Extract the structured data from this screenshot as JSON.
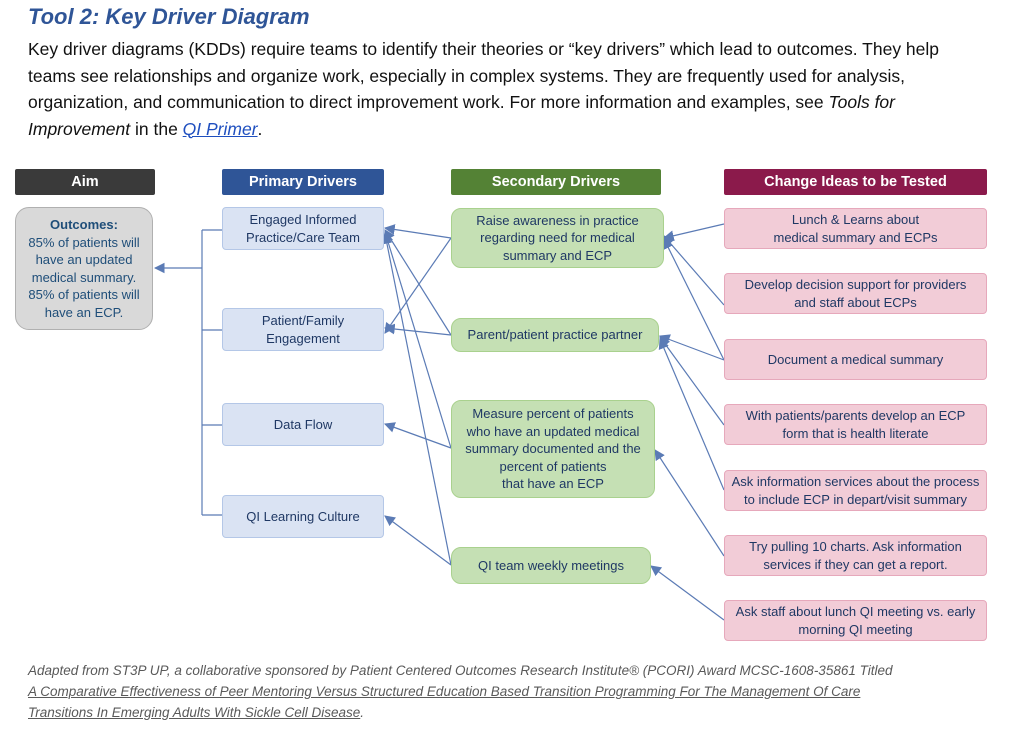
{
  "title": "Tool 2: Key Driver Diagram",
  "intro": {
    "text_before": "Key driver diagrams (KDDs) require teams to identify their theories or “key drivers” which lead to outcomes. They help teams see relationships and organize work, especially in complex systems. They are frequently used for analysis, organization, and communication to direct improvement work. For more information and examples, see ",
    "tools_for_improvement": "Tools for Improvement",
    "text_middle": " in the ",
    "qi_primer_link": "QI Primer",
    "text_end": "."
  },
  "columns": {
    "aim": {
      "header": "Aim",
      "color": "#3a3a3a"
    },
    "primary": {
      "header": "Primary Drivers",
      "color": "#2f5597"
    },
    "secondary": {
      "header": "Secondary Drivers",
      "color": "#548235"
    },
    "change": {
      "header": "Change Ideas to be Tested",
      "color": "#8b1a4b"
    }
  },
  "aim": {
    "heading": "Outcomes:",
    "lines": [
      "85% of patients will",
      "have an updated",
      "medical summary.",
      "85% of patients will",
      "have an ECP."
    ]
  },
  "primary_drivers": [
    {
      "lines": [
        "Engaged Informed",
        "Practice/Care Team"
      ]
    },
    {
      "lines": [
        "Patient/Family",
        "Engagement"
      ]
    },
    {
      "lines": [
        "Data Flow"
      ]
    },
    {
      "lines": [
        "QI Learning Culture"
      ]
    }
  ],
  "secondary_drivers": [
    {
      "lines": [
        "Raise awareness in practice",
        "regarding need for medical",
        "summary and ECP"
      ]
    },
    {
      "lines": [
        "Parent/patient practice partner"
      ]
    },
    {
      "lines": [
        "Measure percent of patients",
        "who have an updated medical",
        "summary documented and the",
        "percent of patients",
        "that have an ECP"
      ]
    },
    {
      "lines": [
        "QI team weekly meetings"
      ]
    }
  ],
  "change_ideas": [
    {
      "lines": [
        "Lunch & Learns about",
        "medical summary and ECPs"
      ]
    },
    {
      "lines": [
        "Develop decision support for providers",
        "and staff about ECPs"
      ]
    },
    {
      "lines": [
        "Document a medical summary"
      ]
    },
    {
      "lines": [
        "With patients/parents develop an ECP",
        "form that is health literate"
      ]
    },
    {
      "lines": [
        "Ask information services about the process",
        "to include ECP in depart/visit summary"
      ]
    },
    {
      "lines": [
        "Try pulling 10 charts. Ask information",
        "services if they can get a report."
      ]
    },
    {
      "lines": [
        "Ask staff about lunch QI meeting vs. early",
        "morning QI meeting"
      ]
    }
  ],
  "footer": {
    "line1": "Adapted from ST3P UP, a collaborative sponsored by Patient Centered Outcomes Research Institute® (PCORI) Award MCSC-1608-35861 Titled",
    "line2": "A Comparative Effectiveness of Peer Mentoring Versus Structured Education Based Transition Programming For The Management Of Care",
    "line3": "Transitions In Emerging Adults With Sickle Cell Disease",
    "line3_end": "."
  },
  "arrow_color": "#5b7bb5"
}
